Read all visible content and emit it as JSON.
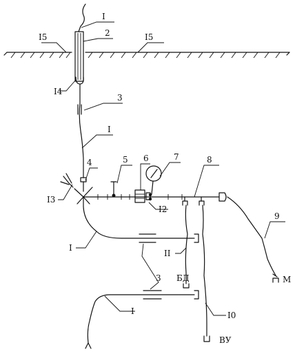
{
  "labels": {
    "l1_top": "I",
    "l2": "2",
    "l15_left": "I5",
    "l15_right": "I5",
    "l14": "I4",
    "l3_top": "3",
    "l1_mid": "I",
    "l4": "4",
    "l5": "5",
    "l6": "6",
    "l7": "7",
    "l8": "8",
    "l13": "I3",
    "l12": "I2",
    "l1_low": "I",
    "l3_low": "3",
    "l11": "II",
    "l9": "9",
    "bd": "БД",
    "m": "М",
    "l1_bottom": "I",
    "l10": "I0",
    "vu": "ВУ"
  }
}
